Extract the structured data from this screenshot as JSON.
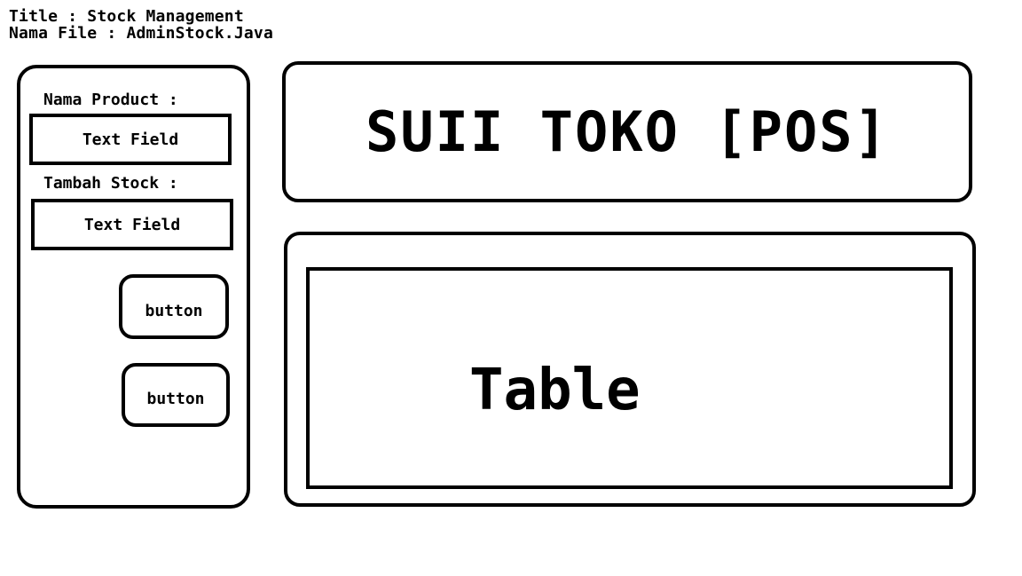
{
  "meta": {
    "title_line": "Title : Stock Management",
    "file_line": "Nama File : AdminStock.Java"
  },
  "sidebar": {
    "product_label": "Nama Product :",
    "product_field_text": "Text Field",
    "stock_label": "Tambah Stock :",
    "stock_field_text": "Text Field",
    "button1_label": "button",
    "button2_label": "button"
  },
  "header": {
    "title": "SUII TOKO [POS]"
  },
  "main": {
    "table_label": "Table"
  }
}
